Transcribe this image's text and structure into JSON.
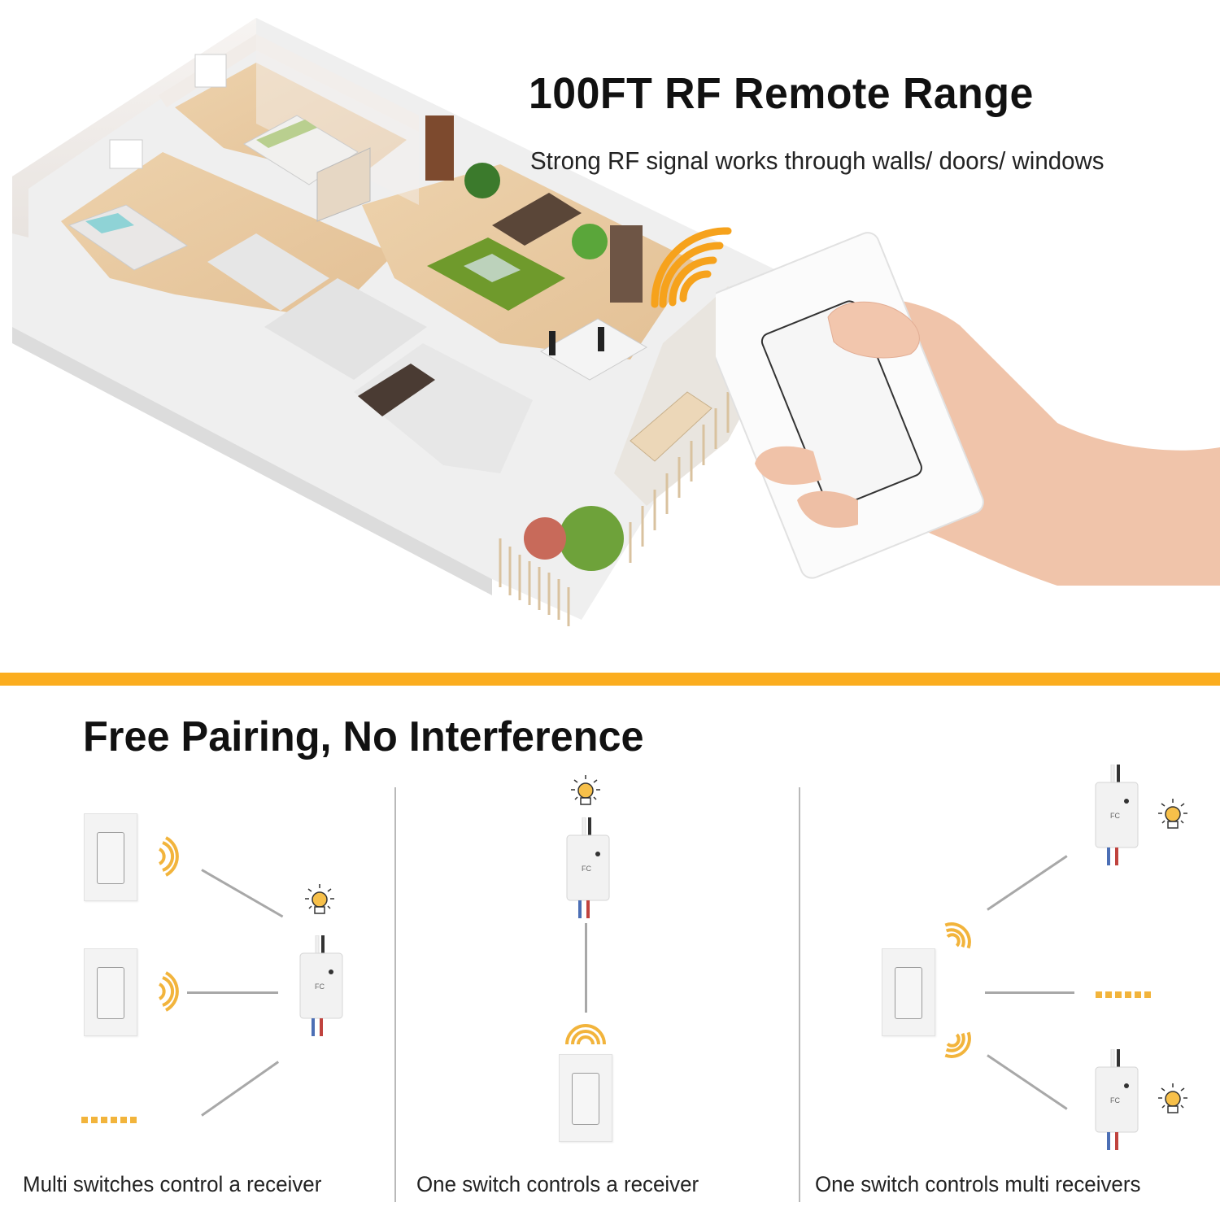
{
  "hero": {
    "title": "100FT RF Remote Range",
    "subtitle": "Strong RF signal works through walls/ doors/ windows",
    "illustration": "3d-apartment-floorplan",
    "product": "wireless-wall-switch-in-hand",
    "signal_icon": "rf-signal-waves-icon"
  },
  "colors": {
    "accent": "#fbad1f",
    "signal": "#f2b43c",
    "connector_line": "#a8a8a8",
    "column_divider": "#b9b9b9",
    "text": "#111111"
  },
  "section": {
    "title": "Free Pairing, No Interference",
    "panels": [
      {
        "caption": "Multi switches control a receiver",
        "switches": 2,
        "receivers": 1,
        "more_indicator": true
      },
      {
        "caption": "One switch controls a receiver",
        "switches": 1,
        "receivers": 1,
        "more_indicator": false
      },
      {
        "caption": "One switch controls multi receivers",
        "switches": 1,
        "receivers": 2,
        "more_indicator": true
      }
    ],
    "receiver_label": "FC"
  }
}
